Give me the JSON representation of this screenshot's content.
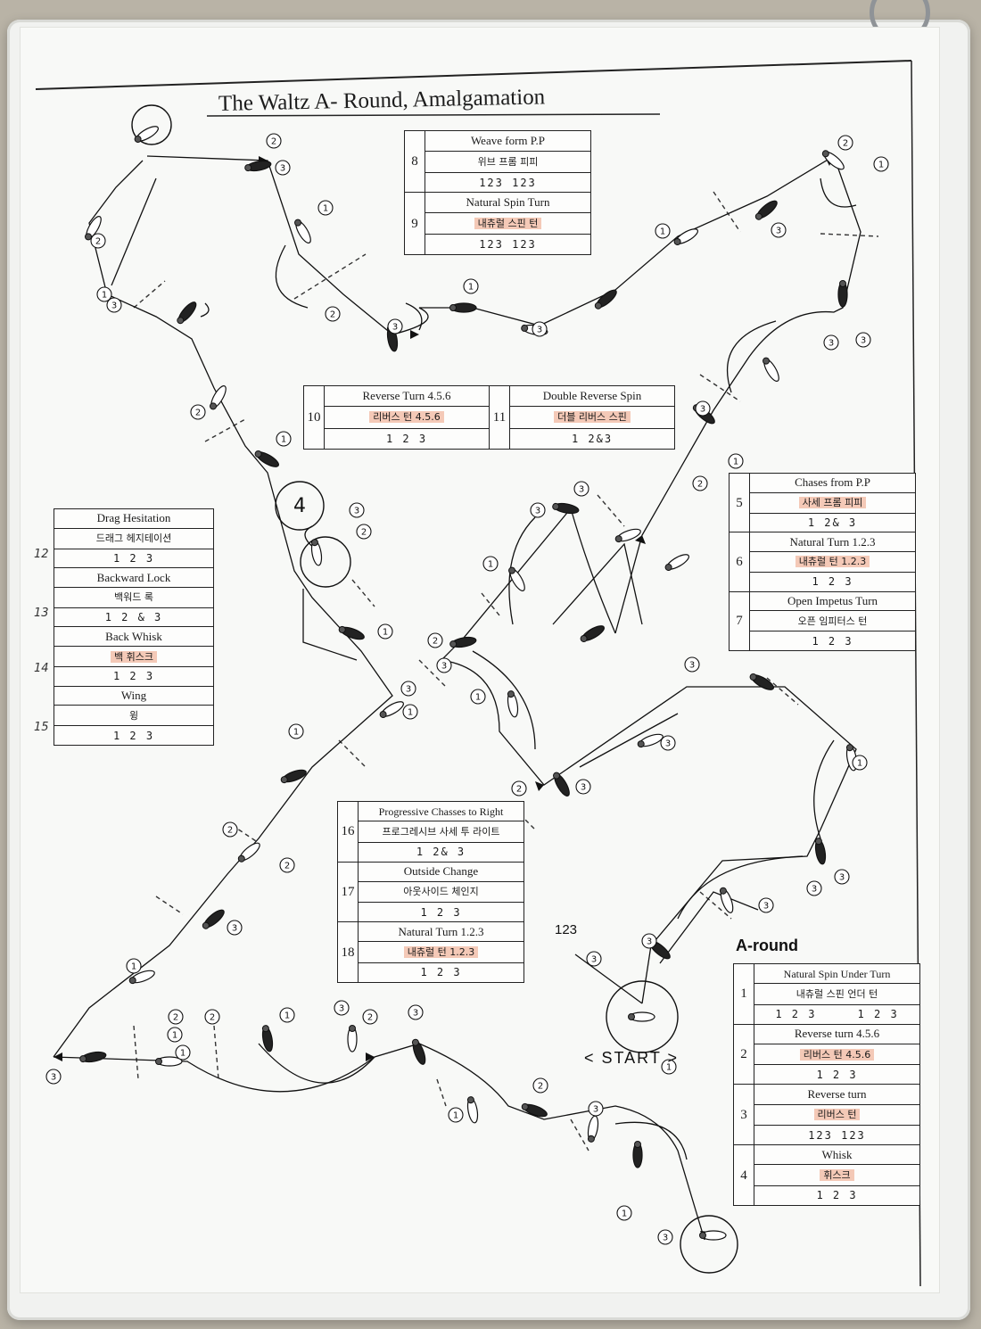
{
  "title": "The Waltz A- Round, Amalgamation",
  "start_label": "< START >",
  "start_count": "123",
  "section_label": "A-round",
  "figures": {
    "f8": {
      "num": "8",
      "en": "Weave form P.P",
      "ko": "위브 프롬 피피",
      "count": "123 123"
    },
    "f9": {
      "num": "9",
      "en": "Natural Spin Turn",
      "ko": "내츄럴 스핀 턴",
      "count": "123 123"
    },
    "f10": {
      "num": "10",
      "en": "Reverse Turn 4.5.6",
      "ko": "리버스 턴 4.5.6",
      "count": "1 2 3"
    },
    "f11": {
      "num": "11",
      "en": "Double Reverse Spin",
      "ko": "더블 리버스 스핀",
      "count": "1 2&3"
    },
    "f5": {
      "num": "5",
      "en": "Chases from P.P",
      "ko": "사세 프롬 피피",
      "count": "1 2& 3"
    },
    "f6": {
      "num": "6",
      "en": "Natural Turn 1.2.3",
      "ko": "내츄럴 턴 1.2.3",
      "count": "1 2 3"
    },
    "f7": {
      "num": "7",
      "en": "Open Impetus Turn",
      "ko": "오픈 임피터스 턴",
      "count": "1 2 3"
    },
    "f12": {
      "num": "12",
      "en": "Drag Hesitation",
      "ko": "드래그 헤지테이션",
      "count": "1 2 3"
    },
    "f13": {
      "num": "13",
      "en": "Backward Lock",
      "ko": "백워드 록",
      "count": "1 2 & 3"
    },
    "f14": {
      "num": "14",
      "en": "Back Whisk",
      "ko": "백 휘스크",
      "count": "1 2 3"
    },
    "f15": {
      "num": "15",
      "en": "Wing",
      "ko": "윙",
      "count": "1 2 3"
    },
    "f16": {
      "num": "16",
      "en": "Progressive Chasses to Right",
      "ko": "프로그레시브 사세 투 라이트",
      "count": "1 2& 3"
    },
    "f17": {
      "num": "17",
      "en": "Outside Change",
      "ko": "아웃사이드 체인지",
      "count": "1 2 3"
    },
    "f18": {
      "num": "18",
      "en": "Natural Turn 1.2.3",
      "ko": "내츄럴 턴 1.2.3",
      "count": "1 2 3"
    },
    "f1": {
      "num": "1",
      "en": "Natural Spin Under Turn",
      "ko": "내츄럴 스핀 언더 턴",
      "count": "1 2 3     1 2 3"
    },
    "f2": {
      "num": "2",
      "en": "Reverse turn 4.5.6",
      "ko": "리버스 턴 4.5.6",
      "count": "1 2 3"
    },
    "f3": {
      "num": "3",
      "en": "Reverse turn",
      "ko": "리버스 턴",
      "count": "123 123"
    },
    "f4": {
      "num": "4",
      "en": "Whisk",
      "ko": "휘스크",
      "count": "1 2 3"
    }
  },
  "step_marks": [
    "1",
    "2",
    "3"
  ],
  "position_marker": "4"
}
